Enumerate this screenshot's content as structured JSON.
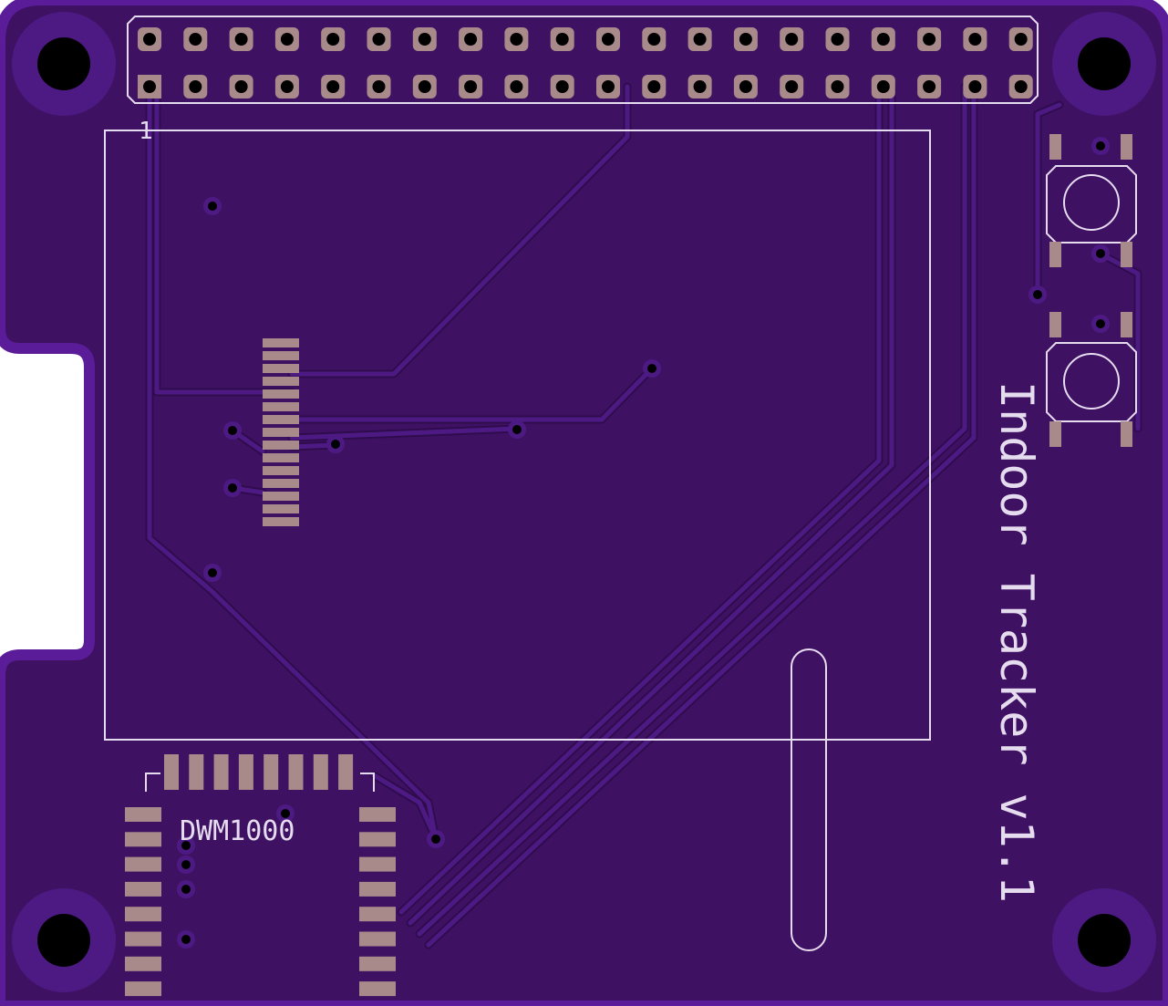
{
  "board": {
    "pin1_label": "1",
    "module_label": "DWM1000",
    "title": "Indoor Tracker v1.1"
  },
  "colors": {
    "background": "#ffffff",
    "board_edge": "#5a1c98",
    "board_fill": "#3f1163",
    "trace": "#4d1a84",
    "trace_outline": "#2f0c4d",
    "silkscreen": "#e6dcef",
    "pad": "#a98a8a",
    "hole": "#000000"
  }
}
